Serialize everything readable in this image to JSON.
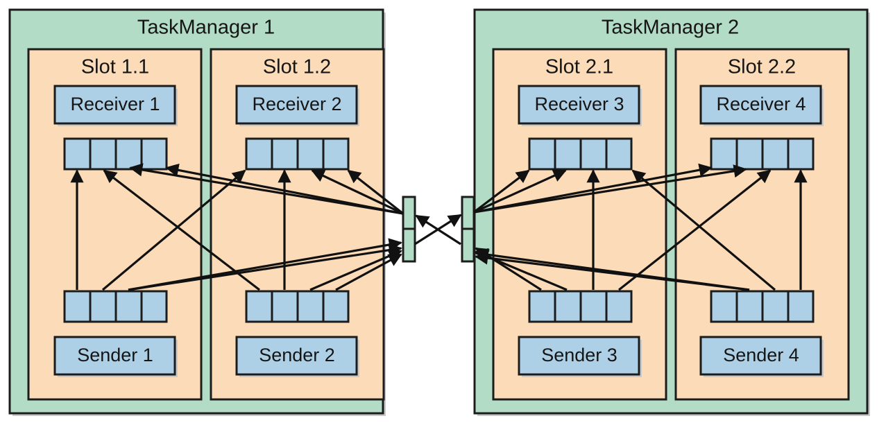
{
  "task_managers": [
    {
      "title": "TaskManager 1",
      "slots": [
        {
          "title": "Slot 1.1",
          "receiver": "Receiver 1",
          "sender": "Sender 1"
        },
        {
          "title": "Slot 1.2",
          "receiver": "Receiver 2",
          "sender": "Sender 2"
        }
      ]
    },
    {
      "title": "TaskManager 2",
      "slots": [
        {
          "title": "Slot 2.1",
          "receiver": "Receiver 3",
          "sender": "Sender 3"
        },
        {
          "title": "Slot 2.2",
          "receiver": "Receiver 4",
          "sender": "Sender 4"
        }
      ]
    }
  ],
  "colors": {
    "task_manager": "#b3dcc6",
    "slot": "#fcdcb8",
    "box": "#aed0e6",
    "stroke": "#1c1c1c"
  }
}
